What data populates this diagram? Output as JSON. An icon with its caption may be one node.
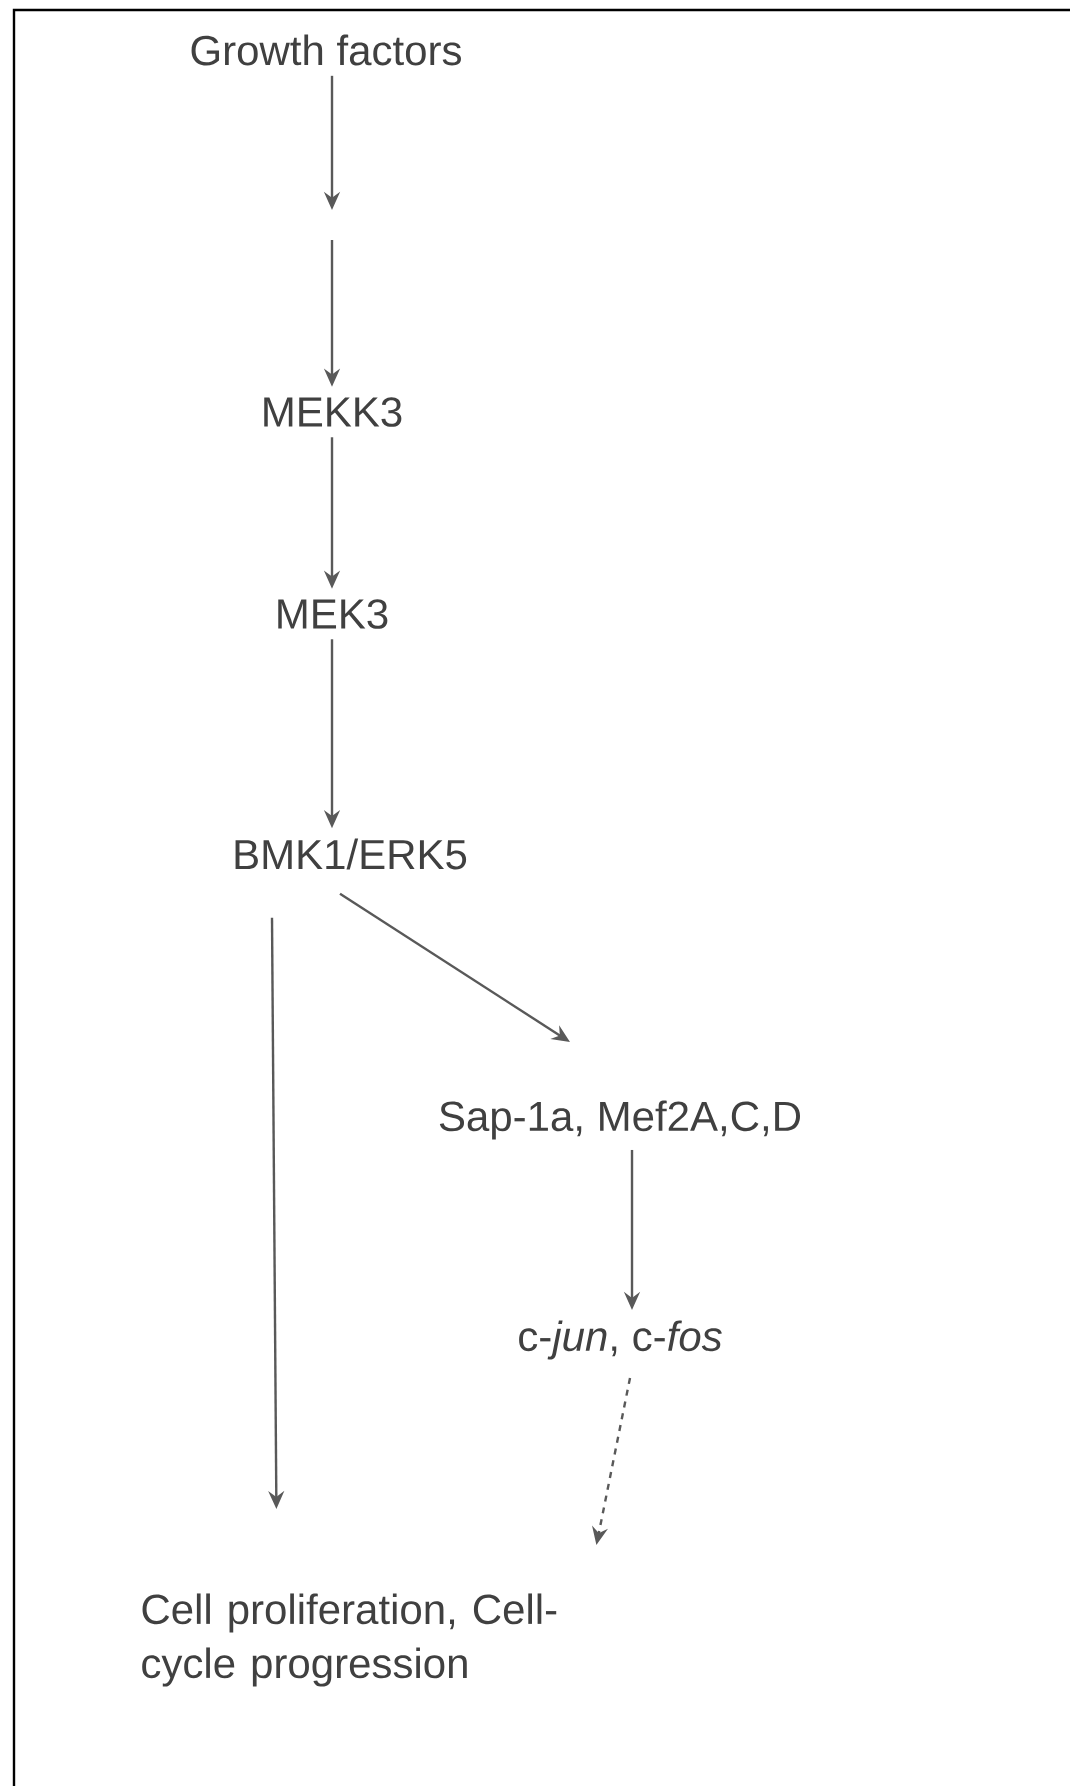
{
  "diagram": {
    "nodes": [
      {
        "text": [
          "Growth factors"
        ]
      },
      {
        "text": [
          "MEKK3"
        ]
      },
      {
        "text": [
          "MEK3"
        ]
      },
      {
        "text": [
          "BMK1/ERK5"
        ]
      },
      {
        "text": [
          "Sap-1a, Mef2A,C,D"
        ]
      },
      {
        "text": [
          "c-*jun*, c-*fos*"
        ]
      },
      {
        "text": [
          "Cell proliferation, Cell-cycle progression"
        ]
      }
    ],
    "edges": [
      {
        "from": 0,
        "to": null,
        "arrow": "to"
      },
      {
        "from": null,
        "to": 1,
        "arrow": "to"
      },
      {
        "from": 1,
        "to": 2,
        "arrow": "to"
      },
      {
        "from": 2,
        "to": 3,
        "arrow": "to"
      },
      {
        "from": 3,
        "to": 4,
        "arrow": "to"
      },
      {
        "from": 3,
        "to": 6,
        "arrow": "to"
      },
      {
        "from": 4,
        "to": 5,
        "arrow": "to"
      },
      {
        "from": 5,
        "to": 6,
        "arrow": "to",
        "style": "dashed"
      }
    ]
  }
}
